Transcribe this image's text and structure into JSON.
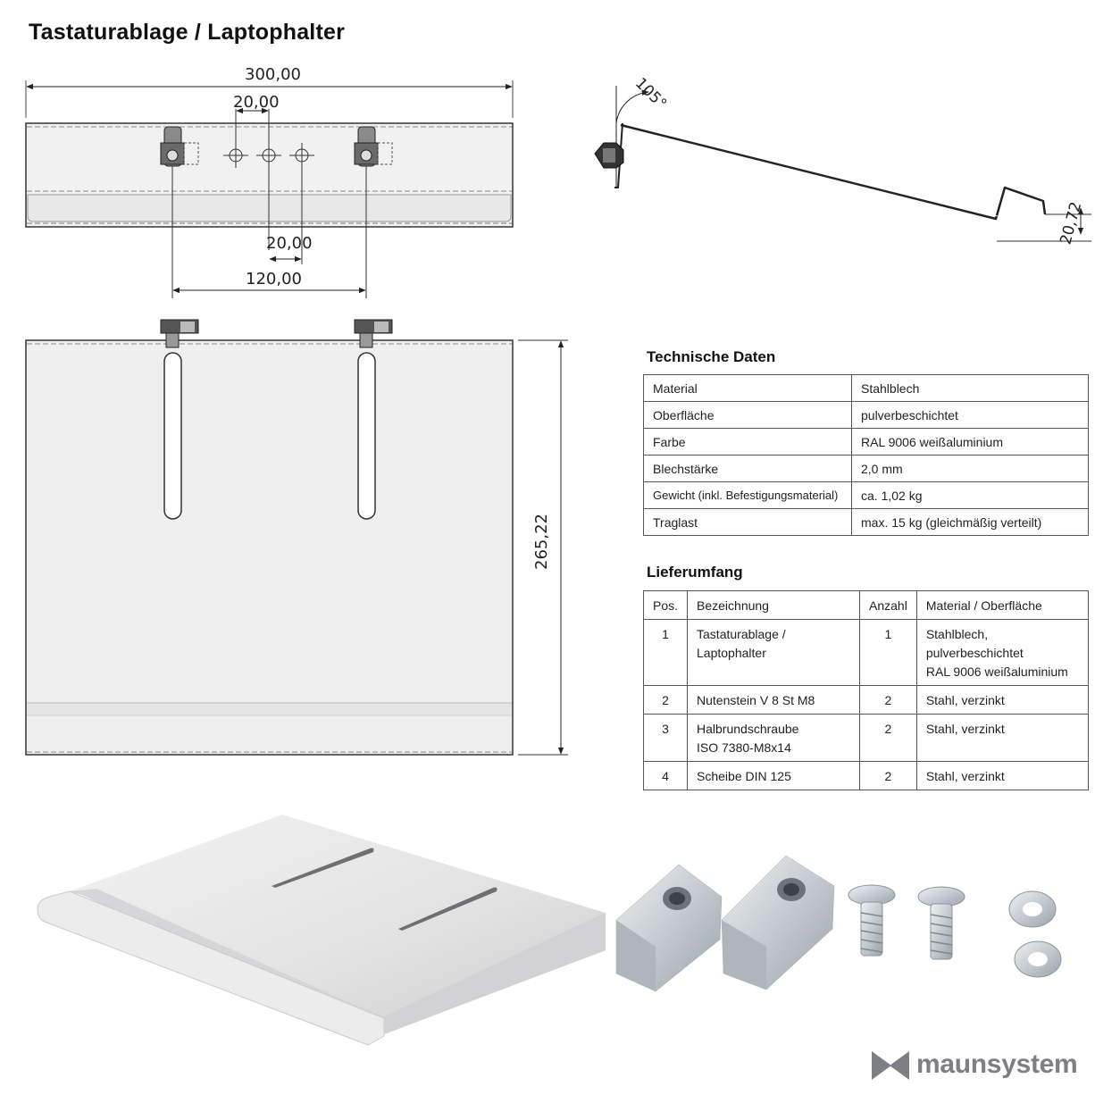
{
  "title": "Tastaturablage / Laptophalter",
  "dimensions": {
    "width_total": "300,00",
    "hole_spacing_top": "20,00",
    "hole_spacing_bottom": "20,00",
    "slot_distance": "120,00",
    "depth": "265,22",
    "bend_angle": "105°",
    "lip_height": "20,72"
  },
  "technical": {
    "heading": "Technische Daten",
    "rows": [
      {
        "label": "Material",
        "value": "Stahlblech"
      },
      {
        "label": "Oberfläche",
        "value": "pulverbeschichtet"
      },
      {
        "label": "Farbe",
        "value": "RAL 9006 weißaluminium"
      },
      {
        "label": "Blechstärke",
        "value": "2,0 mm"
      },
      {
        "label": "Gewicht (inkl. Befestigungsmaterial)",
        "value": "ca. 1,02 kg"
      },
      {
        "label": "Traglast",
        "value": "max. 15 kg (gleichmäßig verteilt)"
      }
    ]
  },
  "delivery": {
    "heading": "Lieferumfang",
    "columns": [
      "Pos.",
      "Bezeichnung",
      "Anzahl",
      "Material / Oberfläche"
    ],
    "rows": [
      {
        "pos": "1",
        "name": "Tastaturablage / Laptophalter",
        "name2": "",
        "qty": "1",
        "material": "Stahlblech, pulverbeschichtet",
        "material2": "RAL 9006 weißaluminium"
      },
      {
        "pos": "2",
        "name": "Nutenstein V 8 St M8",
        "name2": "",
        "qty": "2",
        "material": "Stahl, verzinkt",
        "material2": ""
      },
      {
        "pos": "3",
        "name": "Halbrundschraube",
        "name2": "ISO 7380-M8x14",
        "qty": "2",
        "material": "Stahl, verzinkt",
        "material2": ""
      },
      {
        "pos": "4",
        "name": "Scheibe DIN 125",
        "name2": "",
        "qty": "2",
        "material": "Stahl, verzinkt",
        "material2": ""
      }
    ]
  },
  "brand": {
    "name": "maunsystem",
    "color": "#7d7f85"
  },
  "icons": [
    "maunsystem-logo-icon"
  ]
}
